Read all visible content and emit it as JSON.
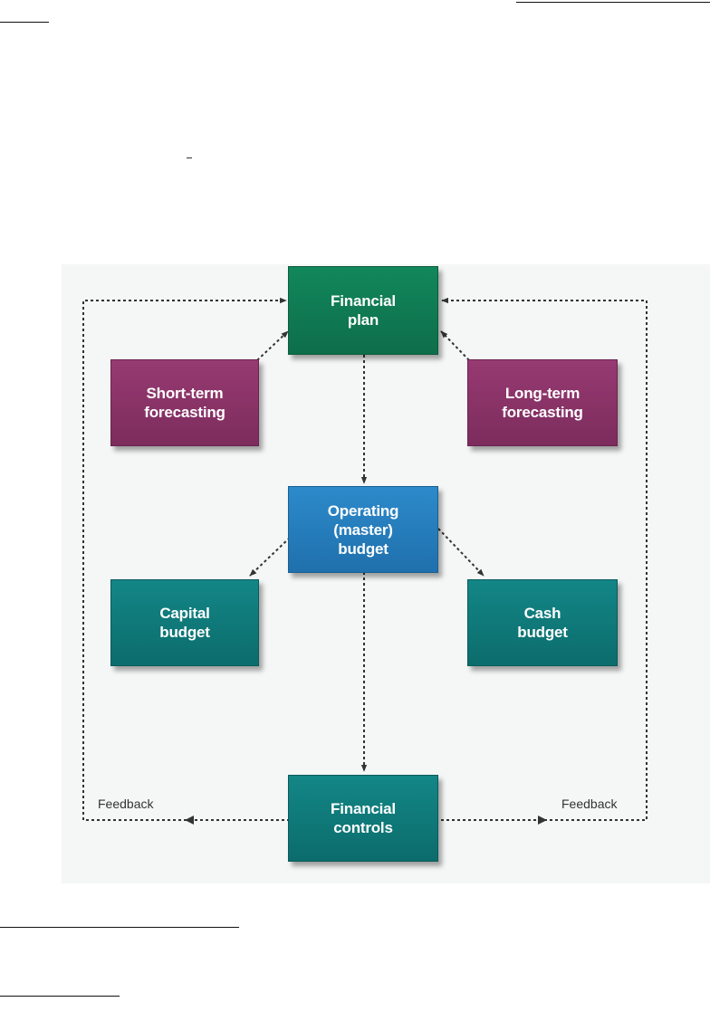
{
  "diagram": {
    "nodes": {
      "financial_plan": "Financial\nplan",
      "short_term": "Short-term\nforecasting",
      "long_term": "Long-term\nforecasting",
      "operating_budget": "Operating\n(master)\nbudget",
      "capital_budget": "Capital\nbudget",
      "cash_budget": "Cash\nbudget",
      "financial_controls": "Financial\ncontrols"
    },
    "labels": {
      "feedback_left": "Feedback",
      "feedback_right": "Feedback"
    },
    "colors": {
      "plan": "#0f7a52",
      "forecasting": "#8a3268",
      "operating": "#2680c0",
      "budgets_controls": "#0f7979",
      "arrow": "#333333"
    }
  }
}
